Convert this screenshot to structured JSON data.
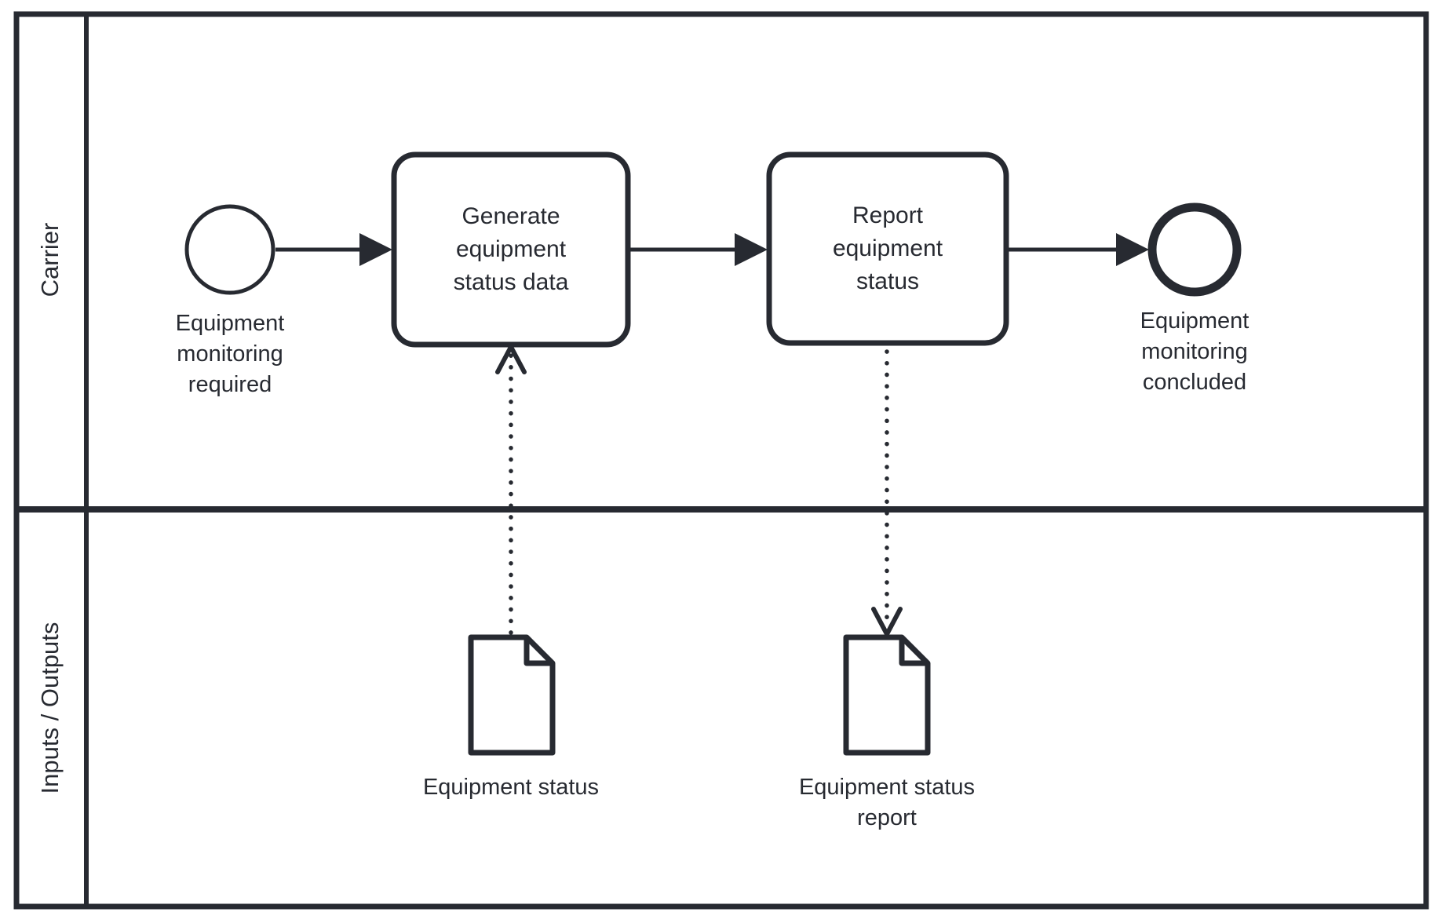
{
  "colors": {
    "stroke": "#272a31",
    "background": "#ffffff"
  },
  "lanes": [
    {
      "label": "Carrier"
    },
    {
      "label": "Inputs / Outputs"
    }
  ],
  "nodes": {
    "start_event": {
      "type": "start-event",
      "label": "Equipment monitoring required"
    },
    "task_generate": {
      "type": "task",
      "label": "Generate equipment status data"
    },
    "task_report": {
      "type": "task",
      "label": "Report equipment status"
    },
    "end_event": {
      "type": "end-event",
      "label": "Equipment monitoring concluded"
    },
    "data_object_status": {
      "type": "data-object",
      "label": "Equipment status"
    },
    "data_object_report": {
      "type": "data-object",
      "label": "Equipment status report"
    }
  }
}
